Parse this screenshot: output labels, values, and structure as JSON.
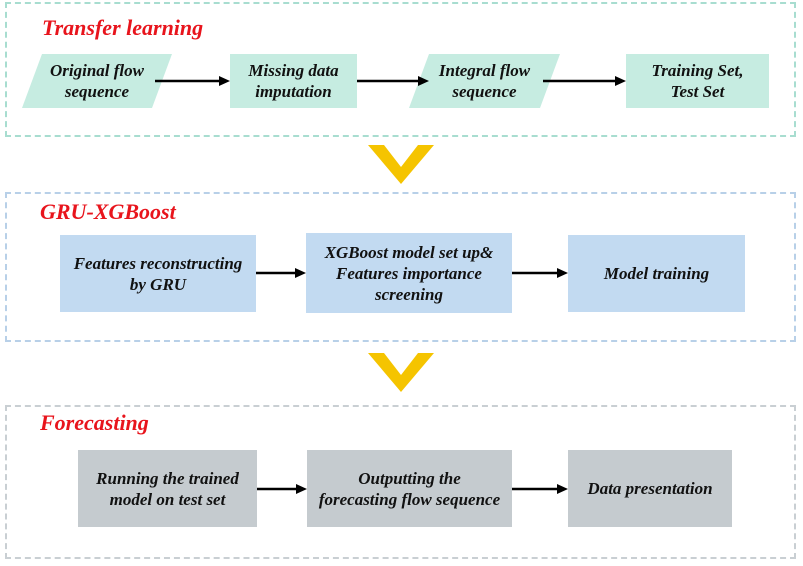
{
  "colors": {
    "panel1_border": "#a8ddd0",
    "panel2_border": "#b8d0e8",
    "panel3_border": "#c9cfd3",
    "stage1_fill": "#c6ece1",
    "stage2_fill": "#c2daf1",
    "stage3_fill": "#c5cbcf",
    "title": "#e8141c",
    "chevron": "#f5c400",
    "arrow": "#000000"
  },
  "stages": [
    {
      "title": "Transfer learning",
      "steps": [
        {
          "lines": [
            "Original flow",
            "sequence"
          ],
          "shape": "parallelogram"
        },
        {
          "lines": [
            "Missing data",
            "imputation"
          ],
          "shape": "rectangle"
        },
        {
          "lines": [
            "Integral flow",
            "sequence"
          ],
          "shape": "parallelogram"
        },
        {
          "lines": [
            "Training Set,",
            "Test Set"
          ],
          "shape": "rectangle"
        }
      ]
    },
    {
      "title": "GRU-XGBoost",
      "steps": [
        {
          "lines": [
            "Features reconstructing",
            "by GRU"
          ],
          "shape": "rectangle"
        },
        {
          "lines": [
            "XGBoost model set up&",
            "Features importance",
            "screening"
          ],
          "shape": "rectangle"
        },
        {
          "lines": [
            "Model training"
          ],
          "shape": "rectangle"
        }
      ]
    },
    {
      "title": "Forecasting",
      "steps": [
        {
          "lines": [
            "Running the trained",
            "model on test set"
          ],
          "shape": "rectangle"
        },
        {
          "lines": [
            "Outputting the",
            "forecasting flow sequence"
          ],
          "shape": "rectangle"
        },
        {
          "lines": [
            "Data presentation"
          ],
          "shape": "rectangle"
        }
      ]
    }
  ]
}
